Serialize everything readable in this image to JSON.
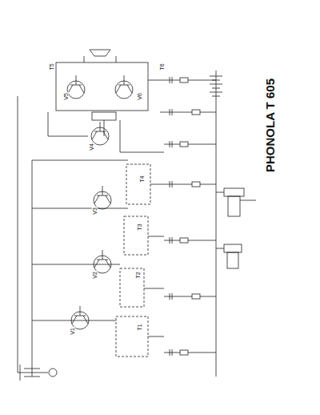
{
  "diagram": {
    "title": "PHONOLA T 605",
    "labels": [
      "V1",
      "V2",
      "V3",
      "V4",
      "V5",
      "V6",
      "T1",
      "T2",
      "T3",
      "T4",
      "T5",
      "T6"
    ]
  }
}
